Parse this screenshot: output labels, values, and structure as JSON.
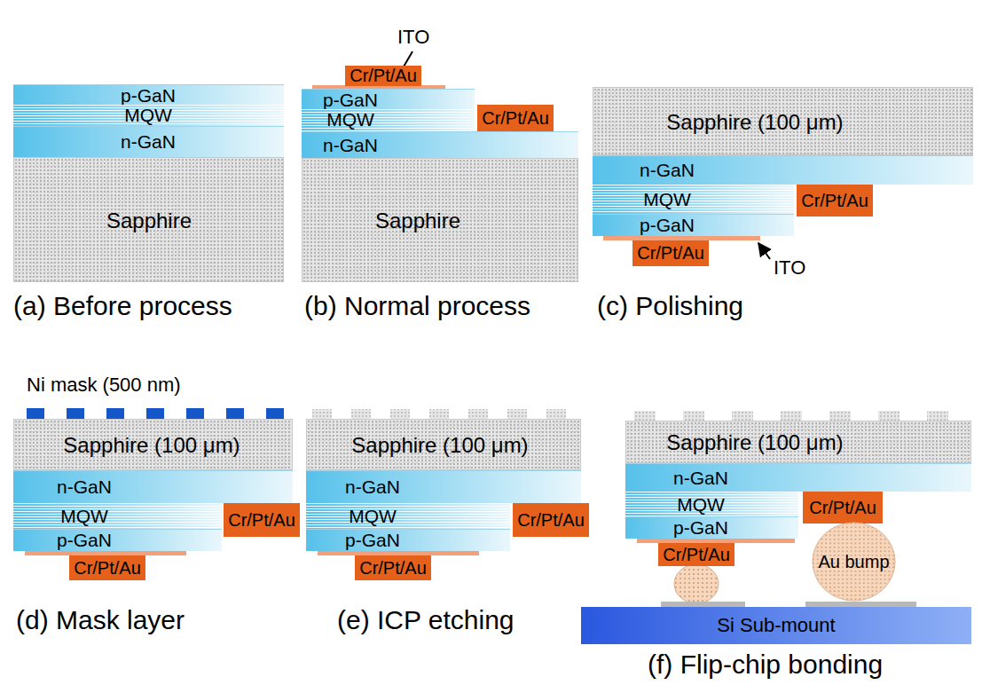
{
  "diagram": {
    "nodes": [
      {
        "text": [
          "p-GaN"
        ]
      },
      {
        "text": [
          "MQW"
        ]
      },
      {
        "text": [
          "n-GaN"
        ]
      },
      {
        "text": [
          "Sapphire"
        ]
      },
      {
        "text": [
          "Cr/Pt/Au"
        ]
      },
      {
        "text": [
          "p-GaN"
        ]
      },
      {
        "text": [
          "MQW"
        ]
      },
      {
        "text": [
          "Cr/Pt/Au"
        ]
      },
      {
        "text": [
          "n-GaN"
        ]
      },
      {
        "text": [
          "Sapphire"
        ]
      },
      {
        "text": [
          "Sapphire (100 μm)"
        ]
      },
      {
        "text": [
          "n-GaN"
        ]
      },
      {
        "text": [
          "Cr/Pt/Au"
        ]
      },
      {
        "text": [
          "MQW"
        ]
      },
      {
        "text": [
          "p-GaN"
        ]
      },
      {
        "text": [
          "Cr/Pt/Au"
        ]
      },
      {
        "text": [
          "Sapphire (100 μm)"
        ]
      },
      {
        "text": [
          "n-GaN"
        ]
      },
      {
        "text": [
          "Cr/Pt/Au"
        ]
      },
      {
        "text": [
          "MQW"
        ]
      },
      {
        "text": [
          "p-GaN"
        ]
      },
      {
        "text": [
          "Cr/Pt/Au"
        ]
      },
      {
        "text": [
          "Sapphire (100 μm)"
        ]
      },
      {
        "text": [
          "n-GaN"
        ]
      },
      {
        "text": [
          "Cr/Pt/Au"
        ]
      },
      {
        "text": [
          "MQW"
        ]
      },
      {
        "text": [
          "p-GaN"
        ]
      },
      {
        "text": [
          "Cr/Pt/Au"
        ]
      },
      {
        "text": [
          "Sapphire (100 μm)"
        ]
      },
      {
        "text": [
          "n-GaN"
        ]
      },
      {
        "text": [
          "Cr/Pt/Au"
        ]
      },
      {
        "text": [
          "MQW"
        ]
      },
      {
        "text": [
          "p-GaN"
        ]
      },
      {
        "text": [
          "Cr/Pt/Au"
        ]
      },
      {
        "text": [
          "Au bump"
        ]
      },
      {
        "text": [
          "Si Sub-mount"
        ]
      }
    ],
    "labels": [
      "ITO",
      "(a) Before process",
      "(b) Normal process",
      "ITO",
      "(c) Polishing",
      "Ni mask (500 nm)",
      "(d) Mask layer",
      "(e) ICP etching",
      "(f) Flip-chip bonding"
    ]
  }
}
